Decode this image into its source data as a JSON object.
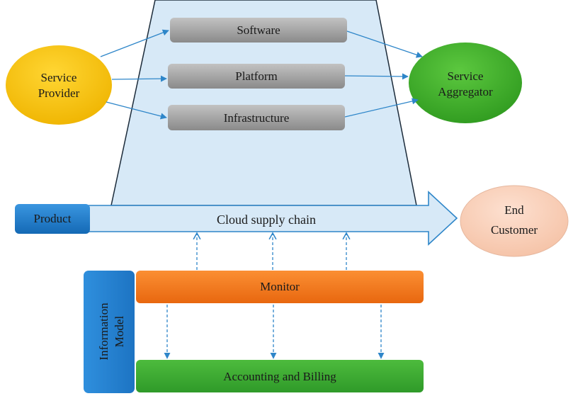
{
  "diagram": {
    "layers": {
      "software": "Software",
      "platform": "Platform",
      "infrastructure": "Infrastructure"
    },
    "service_provider": [
      "Service",
      "Provider"
    ],
    "service_aggregator": [
      "Service",
      "Aggregator"
    ],
    "product": "Product",
    "supply_chain": "Cloud supply chain",
    "end_customer": [
      "End",
      "Customer"
    ],
    "monitor": "Monitor",
    "accounting": "Accounting and Billing",
    "information_model": [
      "Information",
      "Model"
    ]
  },
  "colors": {
    "trapezoid_fill": "#d7e9f7",
    "outline_dark": "#1c2b3a",
    "layer_box": "#9b9b9b",
    "service_provider": "#f6bf00",
    "service_aggregator": "#3fae2a",
    "end_customer": "#f8cdb6",
    "product": "#1f7fcf",
    "monitor": "#f07a1e",
    "accounting": "#3aa335",
    "information_model": "#2d8ad6",
    "arrow_blue": "#2e86c9"
  }
}
